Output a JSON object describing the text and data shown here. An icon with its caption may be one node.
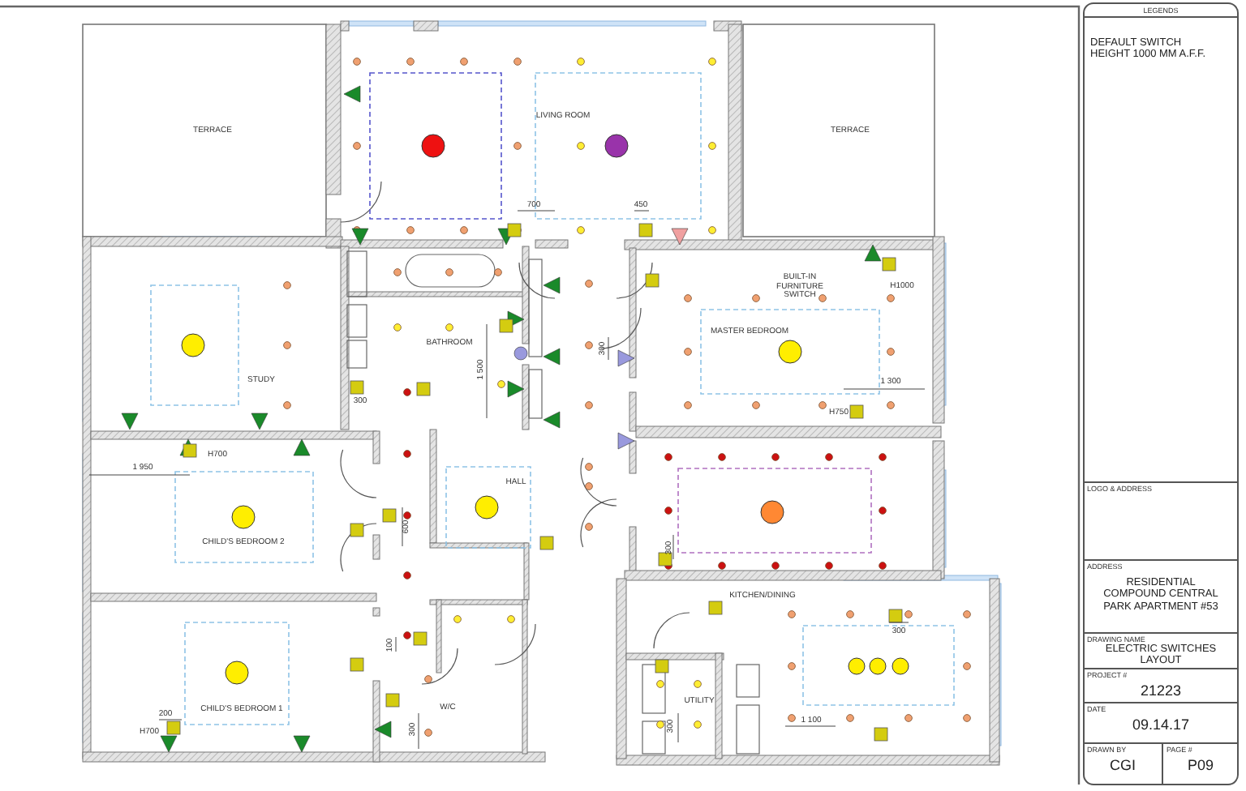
{
  "diagram": {
    "nodes": [
      {
        "text": [
          "LEGENDS",
          "DEFAULT SWITCH HEIGHT 1000 MM A.F.F."
        ]
      },
      {
        "text": [
          "LOGO & ADDRESS"
        ]
      },
      {
        "text": [
          "ADDRESS",
          "RESIDENTIAL COMPOUND CENTRAL PARK APARTMENT #53"
        ]
      },
      {
        "text": [
          "DRAWING NAME",
          "ELECTRIC SWITCHES LAYOUT"
        ]
      },
      {
        "text": [
          "PROJECT #",
          "21223"
        ]
      },
      {
        "text": [
          "DATE",
          "09.14.17"
        ]
      },
      {
        "text": [
          "DRAWN BY",
          "CGI"
        ]
      },
      {
        "text": [
          "PAGE #",
          "P09"
        ]
      }
    ],
    "edges": [],
    "labels": [
      "TERRACE",
      "LIVING ROOM",
      "TERRACE",
      "700",
      "450",
      "BUILT-IN FURNITURE SWITCH",
      "H1000",
      "STUDY",
      "BATHROOM",
      "1 500",
      "300",
      "MASTER BEDROOM",
      "300",
      "1 300",
      "H750",
      "H700",
      "1 950",
      "HALL",
      "CHILD'S BEDROOM 2",
      "600",
      "300",
      "KITCHEN/DINING",
      "300",
      "100",
      "UTILITY",
      "W/C",
      "CHILD'S BEDROOM 1",
      "200",
      "H700",
      "300",
      "300",
      "1 100"
    ]
  }
}
